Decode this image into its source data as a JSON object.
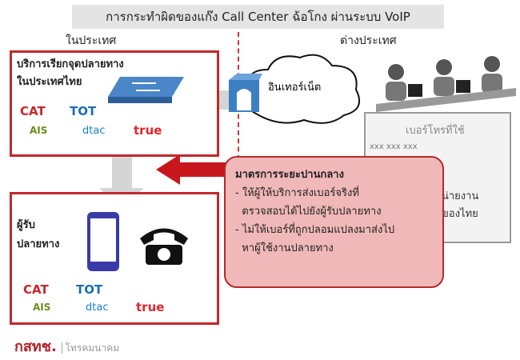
{
  "title": "การกระทำผิดของแก๊ง Call Center ฉ้อโกง ผ่านระบบ VoIP",
  "regions": {
    "domestic": "ในประเทศ",
    "foreign": "ต่างประเทศ"
  },
  "top_box": {
    "label_line1": "บริการเรียกจุดปลายทาง",
    "label_line2": "ในประเทศไทย"
  },
  "bottom_box": {
    "label_line1": "ผู้รับ",
    "label_line2": "ปลายทาง"
  },
  "logos": {
    "cat": "CAT",
    "tot": "TOT",
    "ais": "AIS",
    "dtac": "dtac",
    "true": "true"
  },
  "cloud_label": "อินเทอร์เน็ต",
  "number_box": {
    "title": "เบอร์โทรที่ใช้",
    "number": "xxx xxx xxx",
    "partial_line1": "น่ายงาน",
    "partial_line2": "ของไทย"
  },
  "callout": {
    "heading": "มาตรการระยะปานกลาง",
    "items": [
      "- ให้ผู้ให้บริการส่งเบอร์จริงที่",
      "  ตรวจสอบได้ไปยังผู้รับปลายทาง",
      "- ไม่ให้เบอร์ที่ถูกปลอมแปลงมาส่งไป",
      "  หาผู้ใช้งานปลายทาง"
    ]
  },
  "footer": {
    "logo": "กสทช.",
    "name": "โทรคมนาคม"
  }
}
